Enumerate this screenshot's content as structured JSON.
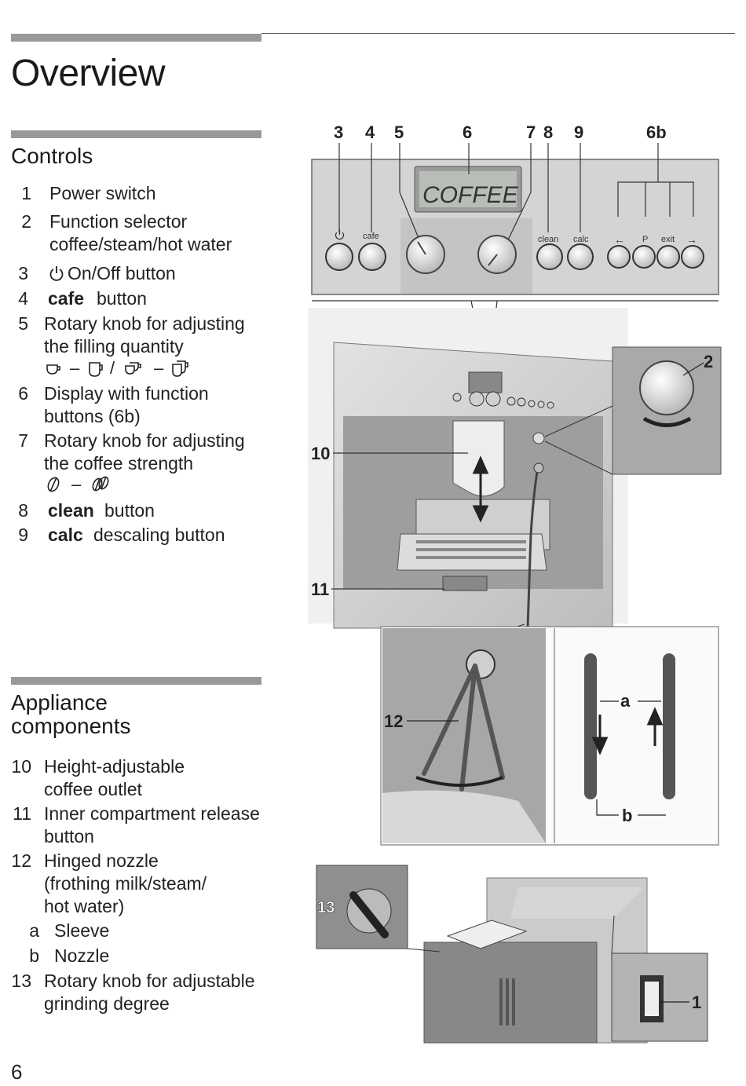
{
  "page": {
    "title": "Overview",
    "number": "6"
  },
  "controls": {
    "heading": "Controls",
    "items": [
      {
        "num": "1",
        "lines": [
          "Power switch"
        ]
      },
      {
        "num": "2",
        "lines": [
          "Function selector",
          "coffee/steam/hot water"
        ]
      },
      {
        "num": "3",
        "lines": [
          "On/Off button"
        ]
      },
      {
        "num": "4",
        "bold": "cafe",
        "rest": "button"
      },
      {
        "num": "5",
        "lines": [
          "Rotary knob for adjusting",
          "the filling quantity"
        ]
      },
      {
        "num": "6",
        "lines": [
          "Display with function",
          "buttons (6b)"
        ]
      },
      {
        "num": "7",
        "lines": [
          "Rotary knob for adjusting",
          "the coffee strength"
        ]
      },
      {
        "num": "8",
        "bold": "clean",
        "rest": "button"
      },
      {
        "num": "9",
        "bold": "calc",
        "rest": "descaling button"
      }
    ],
    "power_icon": "power-icon",
    "cup_sequence_sep": [
      "–",
      "/",
      "–"
    ],
    "bean_sequence_sep": "–"
  },
  "components": {
    "heading_lines": [
      "Appliance",
      "components"
    ],
    "items": [
      {
        "num": "10",
        "lines": [
          "Height-adjustable",
          "coffee outlet"
        ]
      },
      {
        "num": "11",
        "lines": [
          "Inner compartment release",
          "button"
        ]
      },
      {
        "num": "12",
        "lines": [
          "Hinged nozzle",
          "(frothing  milk/steam/",
          "hot water)"
        ]
      },
      {
        "num": "a",
        "lines": [
          "Sleeve"
        ]
      },
      {
        "num": "b",
        "lines": [
          "Nozzle"
        ]
      },
      {
        "num": "13",
        "lines": [
          "Rotary knob for adjustable",
          "grinding degree"
        ]
      }
    ]
  },
  "figure": {
    "panel_callouts": [
      "3",
      "4",
      "5",
      "6",
      "7",
      "8",
      "9",
      "6b"
    ],
    "display_text": "COFFEE",
    "button_labels": {
      "cafe": "cafe",
      "clean": "clean",
      "calc": "calc",
      "back": "←",
      "p": "P",
      "exit": "exit",
      "fwd": "→"
    },
    "callouts": {
      "c2": "2",
      "c10": "10",
      "c11": "11",
      "c12": "12",
      "ca": "a",
      "cb": "b",
      "c13": "13",
      "c1": "1"
    }
  }
}
